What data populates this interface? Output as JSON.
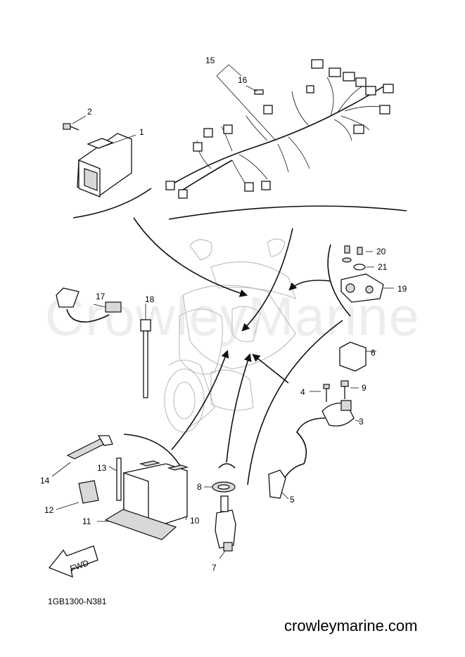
{
  "watermark": "CrowleyMarine",
  "diagram_code": "1GB1300-N381",
  "site_label": "crowleymarine.com",
  "fwd_label": "FWD",
  "callouts": [
    "1",
    "2",
    "3",
    "4",
    "5",
    "6",
    "7",
    "8",
    "9",
    "10",
    "11",
    "12",
    "13",
    "14",
    "15",
    "16",
    "17",
    "18",
    "19",
    "20",
    "21"
  ],
  "colors": {
    "line": "#111111",
    "ghost": "#bbbbbb",
    "watermark": "rgba(0,0,0,0.07)"
  }
}
